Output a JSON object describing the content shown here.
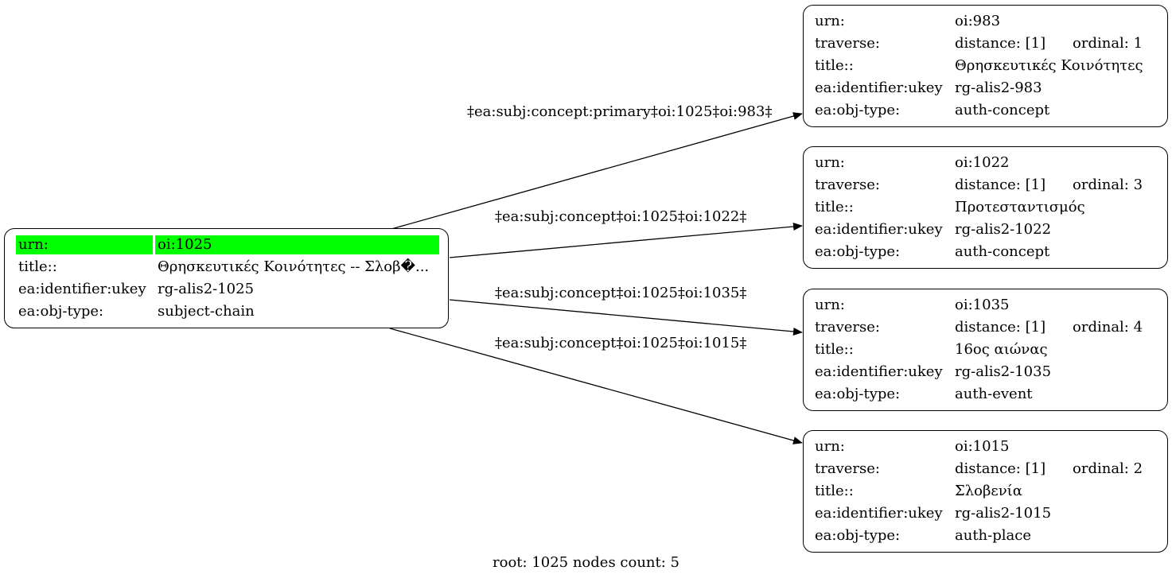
{
  "root": {
    "rows": [
      {
        "key": "urn:",
        "value": "oi:1025",
        "highlight": true
      },
      {
        "key": "title::",
        "value": "Θρησκευτικές Κοινότητες -- Σλοβ�..."
      },
      {
        "key": "ea:identifier:ukey",
        "value": "rg-alis2-1025"
      },
      {
        "key": "ea:obj-type:",
        "value": "subject-chain"
      }
    ],
    "highlight_color": "#00ff00"
  },
  "targets": [
    {
      "rows": [
        {
          "key": "urn:",
          "value": "oi:983"
        },
        {
          "key": "traverse:",
          "value": "distance: [1]",
          "extra": "ordinal: 1"
        },
        {
          "key": "title::",
          "value": "Θρησκευτικές Κοινότητες"
        },
        {
          "key": "ea:identifier:ukey",
          "value": "rg-alis2-983"
        },
        {
          "key": "ea:obj-type:",
          "value": "auth-concept"
        }
      ]
    },
    {
      "rows": [
        {
          "key": "urn:",
          "value": "oi:1022"
        },
        {
          "key": "traverse:",
          "value": "distance: [1]",
          "extra": "ordinal: 3"
        },
        {
          "key": "title::",
          "value": "Προτεσταντισμός"
        },
        {
          "key": "ea:identifier:ukey",
          "value": "rg-alis2-1022"
        },
        {
          "key": "ea:obj-type:",
          "value": "auth-concept"
        }
      ]
    },
    {
      "rows": [
        {
          "key": "urn:",
          "value": "oi:1035"
        },
        {
          "key": "traverse:",
          "value": "distance: [1]",
          "extra": "ordinal: 4"
        },
        {
          "key": "title::",
          "value": "16ος αιώνας"
        },
        {
          "key": "ea:identifier:ukey",
          "value": "rg-alis2-1035"
        },
        {
          "key": "ea:obj-type:",
          "value": "auth-event"
        }
      ]
    },
    {
      "rows": [
        {
          "key": "urn:",
          "value": "oi:1015"
        },
        {
          "key": "traverse:",
          "value": "distance: [1]",
          "extra": "ordinal: 2"
        },
        {
          "key": "title::",
          "value": "Σλοβενία"
        },
        {
          "key": "ea:identifier:ukey",
          "value": "rg-alis2-1015"
        },
        {
          "key": "ea:obj-type:",
          "value": "auth-place"
        }
      ]
    }
  ],
  "edges": [
    {
      "label": "‡ea:subj:concept:primary‡oi:1025‡oi:983‡"
    },
    {
      "label": "‡ea:subj:concept‡oi:1025‡oi:1022‡"
    },
    {
      "label": "‡ea:subj:concept‡oi:1025‡oi:1035‡"
    },
    {
      "label": "‡ea:subj:concept‡oi:1025‡oi:1015‡"
    }
  ],
  "footer": "root: 1025 nodes count: 5"
}
